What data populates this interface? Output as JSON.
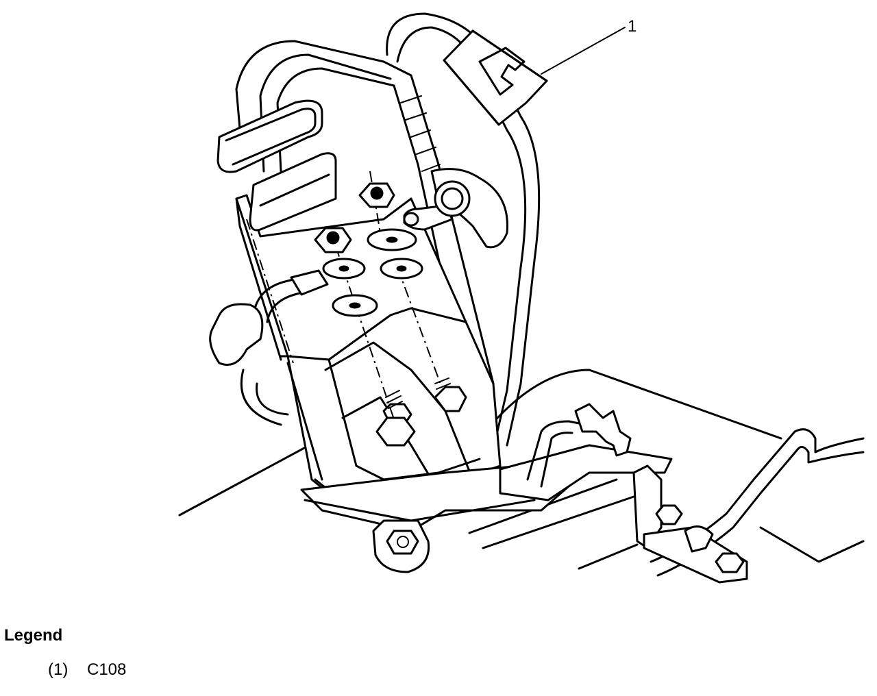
{
  "diagram": {
    "callout": "1"
  },
  "legend": {
    "title": "Legend",
    "items": [
      {
        "number": "(1)",
        "label": "C108"
      }
    ]
  }
}
